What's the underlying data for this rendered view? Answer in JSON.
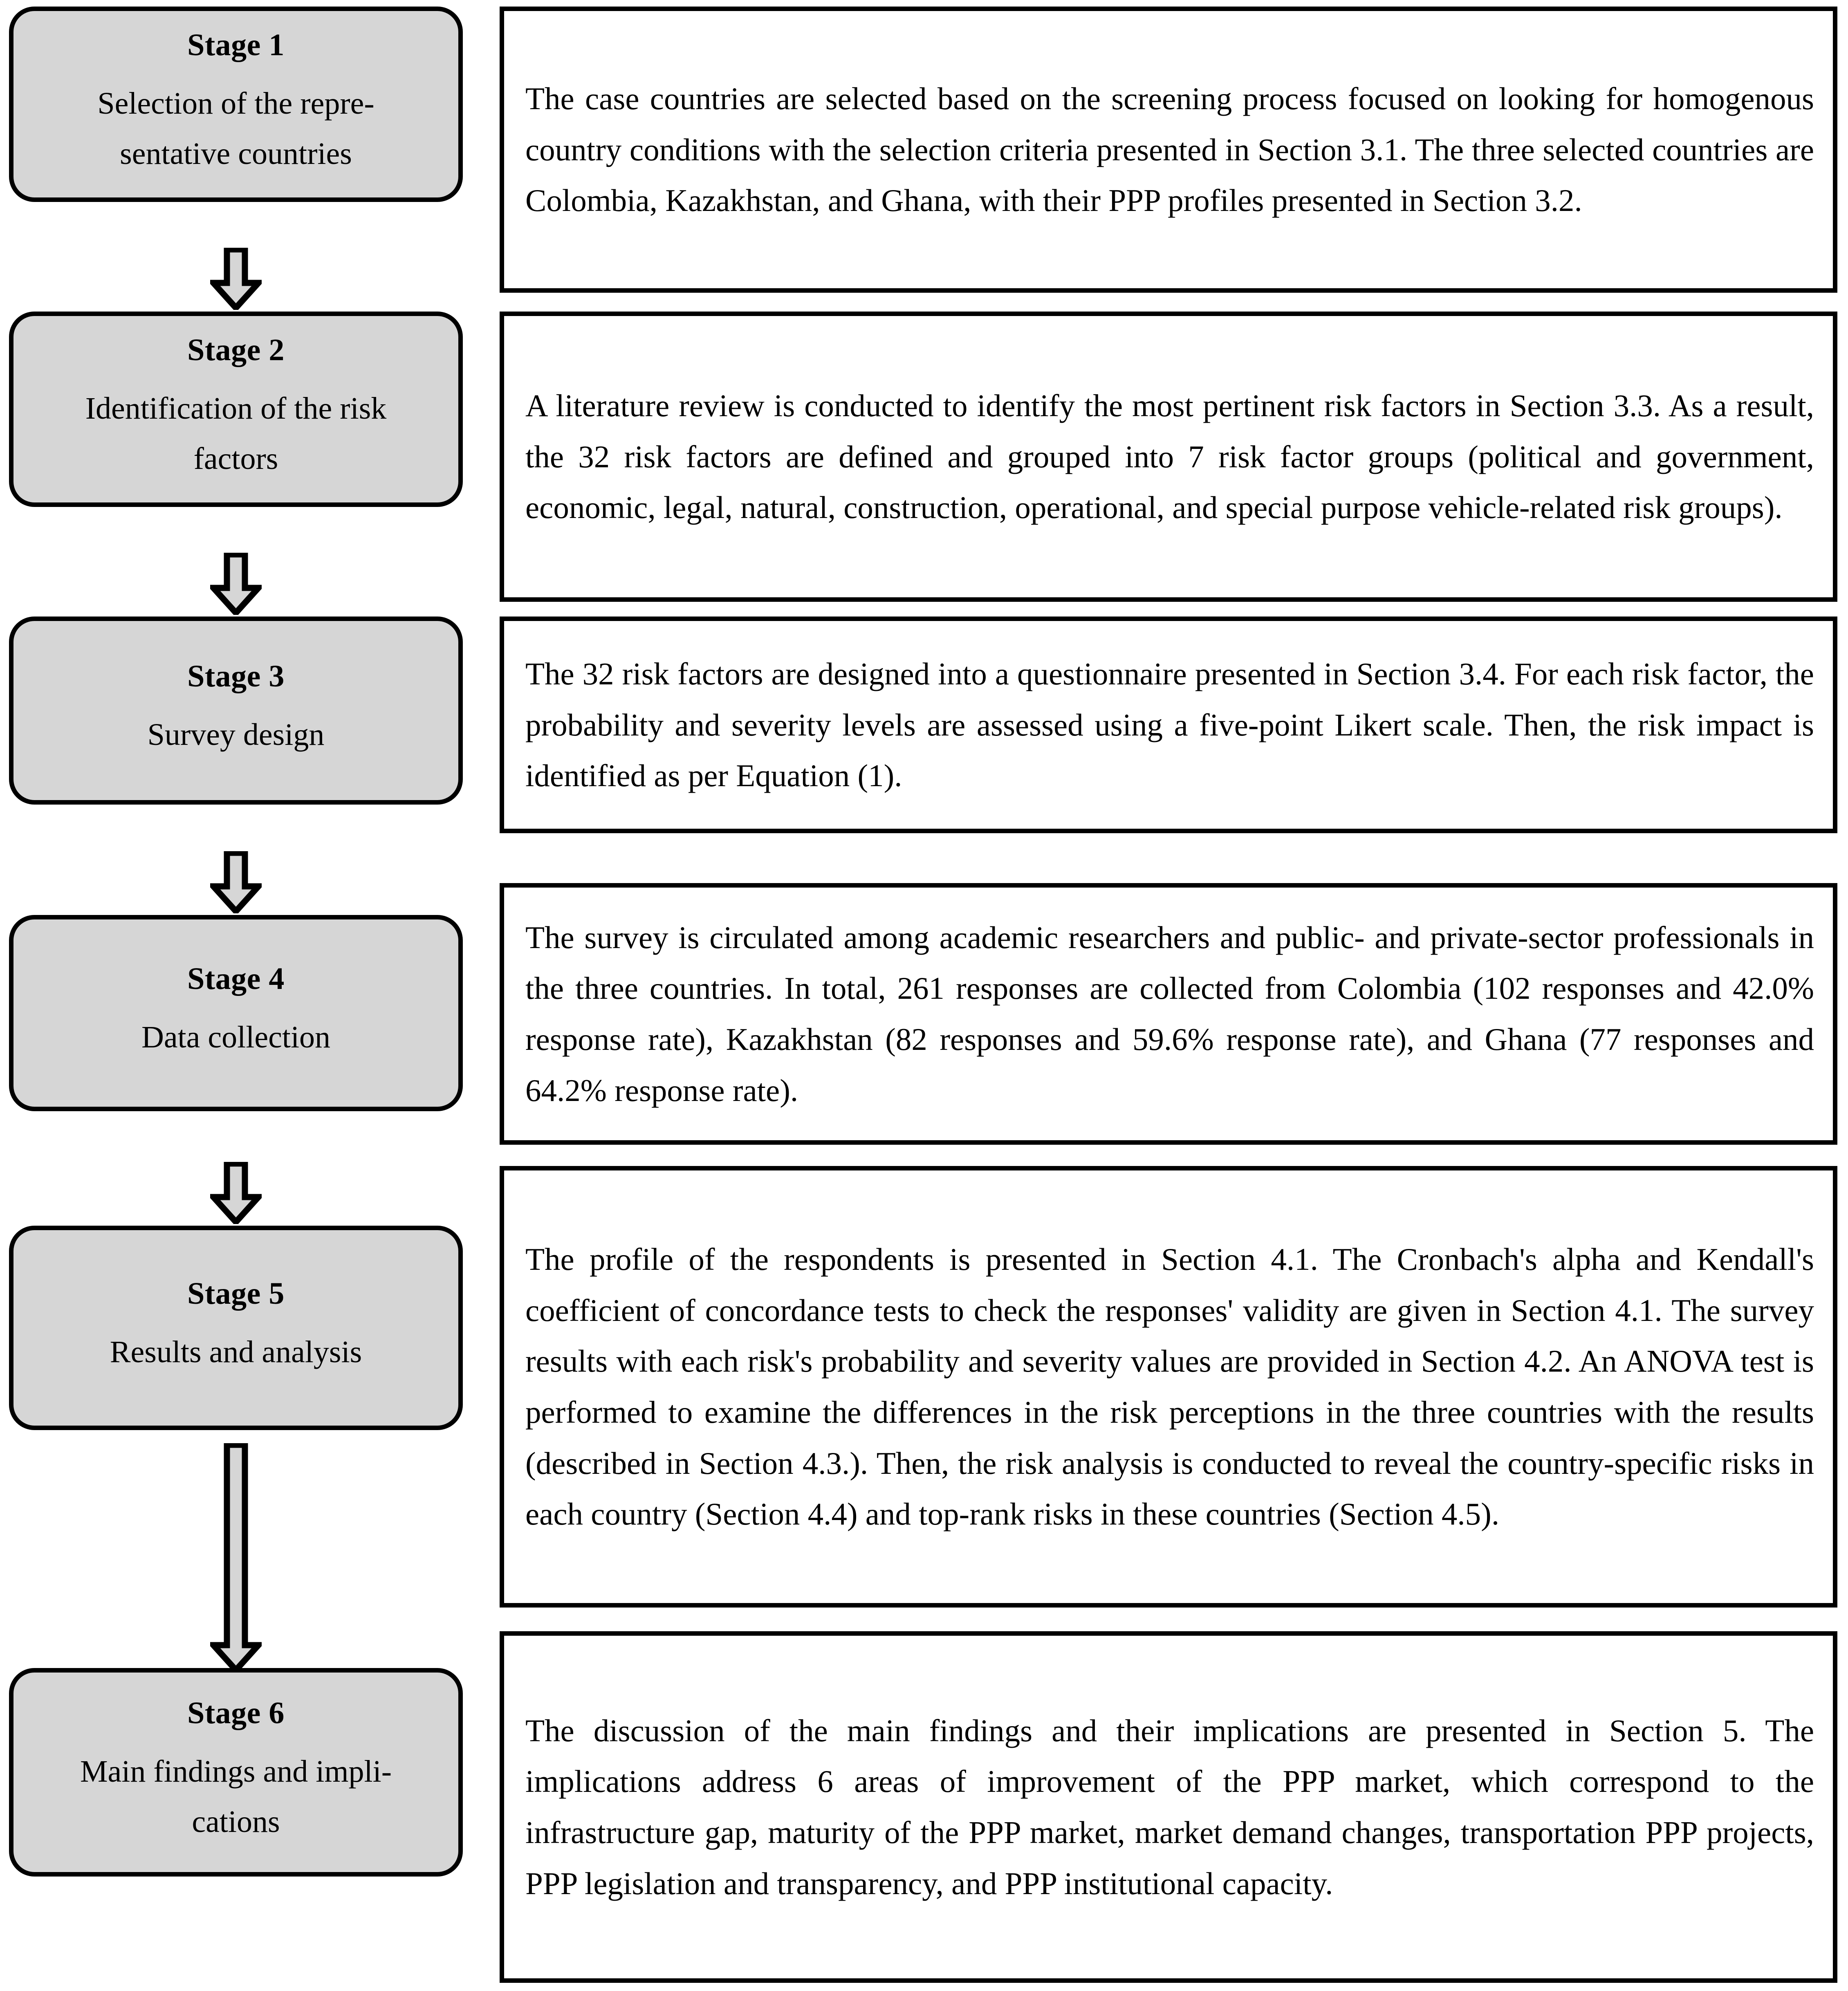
{
  "figure": {
    "type": "research-methodology-flowchart",
    "orientation": "vertical",
    "connector": "down-block-arrow",
    "colors": {
      "stage_box_fill": "#d6d6d6",
      "stage_box_border": "#000000",
      "text_box_fill": "#ffffff",
      "text_box_border": "#000000",
      "arrow_fill": "#d6d6d6",
      "arrow_border": "#000000",
      "page_background": "#ffffff"
    }
  },
  "stages": [
    {
      "id": "stage-1",
      "title": "Stage 1",
      "desc_lines": [
        "Selection of the repre-",
        "sentative countries"
      ],
      "description": "Selection of the representative countries",
      "detail": "The case countries are selected based on the screening process focused on looking for homogenous country conditions with the selection criteria presented in Section 3.1. The three selected countries are Colombia, Kazakhstan, and Ghana, with their PPP profiles presented in Section 3.2."
    },
    {
      "id": "stage-2",
      "title": "Stage 2",
      "desc_lines": [
        "Identification of the risk",
        "factors"
      ],
      "description": "Identification of the risk factors",
      "detail": "A literature review is conducted to identify the most pertinent risk factors in Section 3.3. As a result, the 32 risk factors are defined and grouped into 7 risk factor groups (political and government, economic, legal, natural, construction, operational, and special purpose vehicle-related risk groups)."
    },
    {
      "id": "stage-3",
      "title": "Stage 3",
      "desc_lines": [
        "Survey design"
      ],
      "description": "Survey design",
      "detail": "The 32 risk factors are designed into a questionnaire presented in Section 3.4. For each risk factor, the probability and severity levels are assessed using a five-point Likert scale. Then, the risk impact is identified as per Equation (1)."
    },
    {
      "id": "stage-4",
      "title": "Stage 4",
      "desc_lines": [
        "Data collection"
      ],
      "description": "Data collection",
      "detail": "The survey is circulated among academic researchers and public- and private-sector professionals in the three countries. In total, 261 responses are collected from Colombia (102 responses and 42.0% response rate), Kazakhstan (82 responses and 59.6% response rate), and Ghana (77 responses and 64.2% response rate)."
    },
    {
      "id": "stage-5",
      "title": "Stage 5",
      "desc_lines": [
        "Results and analysis"
      ],
      "description": "Results and analysis",
      "detail": "The profile of the respondents is presented in Section 4.1. The Cronbach's alpha and Kendall's coefficient of concordance tests to check the responses' validity are given in Section 4.1. The survey results with each risk's probability and severity values are provided in Section 4.2. An ANOVA test is performed to examine the differences in the risk perceptions in the three countries with the results (described in Section 4.3.). Then, the risk analysis is conducted to reveal the country-specific risks in each country (Section 4.4) and top-rank risks in these countries (Section 4.5)."
    },
    {
      "id": "stage-6",
      "title": "Stage 6",
      "desc_lines": [
        "Main findings and impli-",
        "cations"
      ],
      "description": "Main findings and implications",
      "detail": "The discussion of the main findings and their implications are presented in Section 5. The implications address 6 areas of improvement of the PPP market, which correspond to the infrastructure gap, maturity of the PPP market, market demand changes, transportation PPP projects, PPP legislation and transparency, and PPP institutional capacity."
    }
  ],
  "arrows": [
    {
      "id": "arrow-1-2",
      "from": "stage-1",
      "to": "stage-2",
      "icon": "down-arrow-icon"
    },
    {
      "id": "arrow-2-3",
      "from": "stage-2",
      "to": "stage-3",
      "icon": "down-arrow-icon"
    },
    {
      "id": "arrow-3-4",
      "from": "stage-3",
      "to": "stage-4",
      "icon": "down-arrow-icon"
    },
    {
      "id": "arrow-4-5",
      "from": "stage-4",
      "to": "stage-5",
      "icon": "down-arrow-icon"
    },
    {
      "id": "arrow-5-6",
      "from": "stage-5",
      "to": "stage-6",
      "icon": "down-arrow-icon"
    }
  ]
}
